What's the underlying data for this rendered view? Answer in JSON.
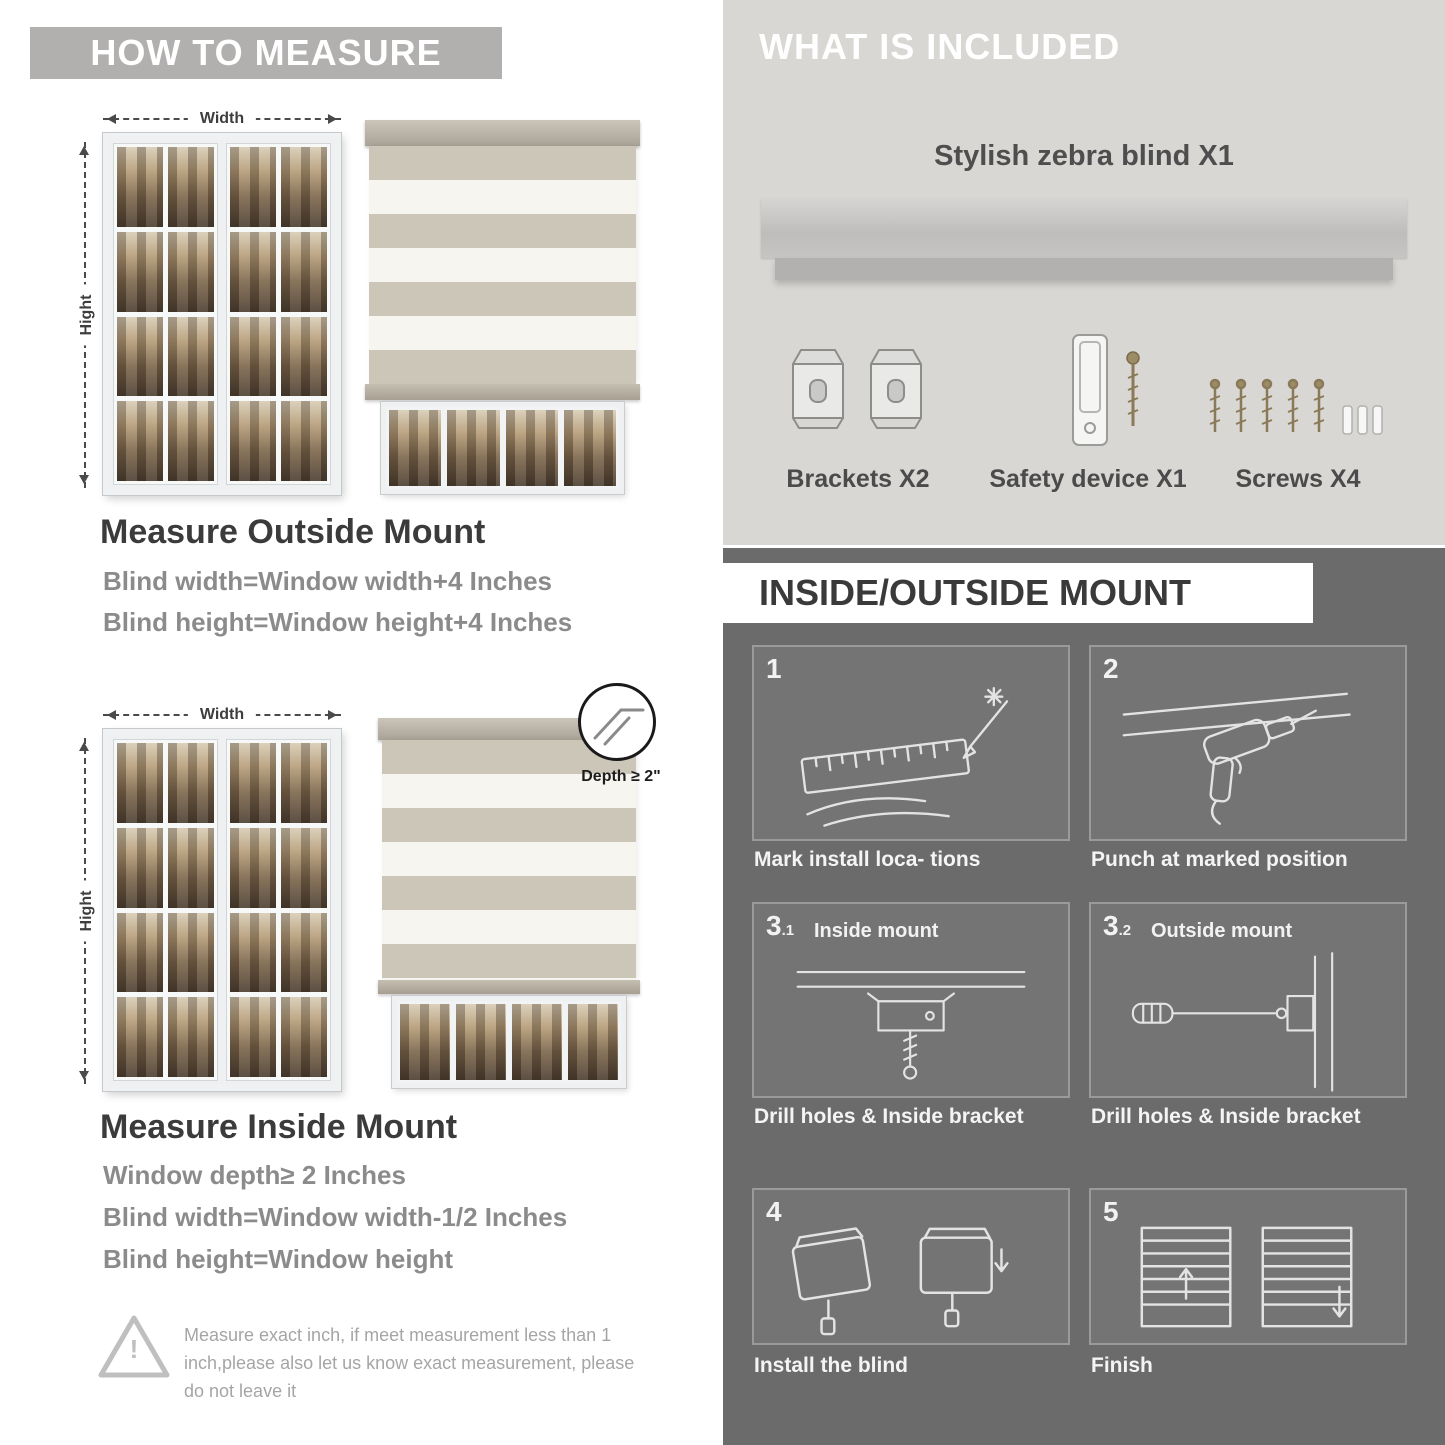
{
  "measure": {
    "header": "HOW TO MEASURE",
    "width_label": "Width",
    "height_label": "Hight",
    "outside": {
      "title": "Measure Outside Mount",
      "lines": [
        "Blind width=Window width+4 Inches",
        "Blind height=Window height+4 Inches"
      ]
    },
    "inside": {
      "title": "Measure Inside Mount",
      "depth_label": "Depth ≥ 2\"",
      "lines": [
        "Window depth≥ 2 Inches",
        "Blind width=Window width-1/2 Inches",
        "Blind height=Window height"
      ]
    },
    "warning_mark": "!",
    "warning_text": "Measure exact inch, if meet measurement less than 1 inch,please also let us know exact measurement, please do not leave it"
  },
  "included": {
    "header": "WHAT IS INCLUDED",
    "blind_label": "Stylish zebra blind X1",
    "items": [
      "Brackets X2",
      "Safety device X1",
      "Screws X4"
    ]
  },
  "mount": {
    "header": "INSIDE/OUTSIDE MOUNT",
    "steps": [
      {
        "num": "1",
        "sub": "",
        "title": "",
        "caption": "Mark install loca- tions"
      },
      {
        "num": "2",
        "sub": "",
        "title": "",
        "caption": "Punch at  marked position"
      },
      {
        "num": "3",
        "sub": ".1",
        "title": "Inside mount",
        "caption": "Drill holes &  Inside bracket"
      },
      {
        "num": "3",
        "sub": ".2",
        "title": "Outside mount",
        "caption": "Drill holes &  Inside bracket"
      },
      {
        "num": "4",
        "sub": "",
        "title": "",
        "caption": "Install the blind"
      },
      {
        "num": "5",
        "sub": "",
        "title": "",
        "caption": "Finish"
      }
    ]
  },
  "colors": {
    "banner_gray": "#b1b0af",
    "light_section": "#d8d7d4",
    "dark_section": "#6b6b6b",
    "panel_gray": "#747474",
    "heading_dark": "#3b3b3b",
    "body_gray": "#8b8b8b"
  }
}
